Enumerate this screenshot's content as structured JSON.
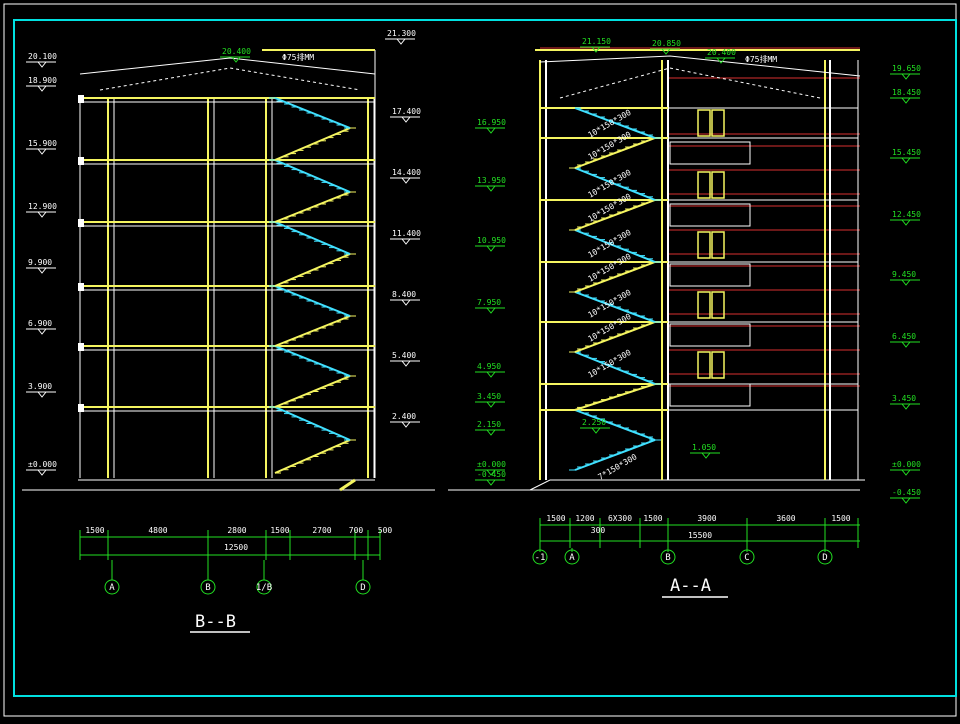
{
  "colors": {
    "frame": "#00e0e0",
    "wall": "#f5f560",
    "line": "#ffffff",
    "green": "#22e022",
    "red": "#d83030",
    "cyan": "#40e0ff",
    "background": "#000000"
  },
  "left_section": {
    "title": "B--B",
    "pipe_label": "Φ75排MM",
    "roof_level": "20.400",
    "top_level": "21.300",
    "levels_left": [
      "20.100",
      "18.900",
      "15.900",
      "12.900",
      "9.900",
      "6.900",
      "3.900",
      "±0.000"
    ],
    "levels_right": [
      "17.400",
      "14.400",
      "11.400",
      "8.400",
      "5.400",
      "2.400"
    ],
    "dims_top": [
      "1500",
      "4800",
      "2800",
      "1500",
      "2700",
      "700",
      "500"
    ],
    "dim_total": "12500",
    "axes": [
      "A",
      "B",
      "1/B",
      "D"
    ]
  },
  "right_section": {
    "title": "A--A",
    "pipe_label": "Φ75排MM",
    "top_levels": [
      "21.150",
      "20.850",
      "20.400"
    ],
    "levels_left": [
      "16.950",
      "13.950",
      "10.950",
      "7.950",
      "4.950",
      "3.450",
      "2.150",
      "±0.000",
      "-0.450"
    ],
    "levels_right": [
      "19.650",
      "18.450",
      "15.450",
      "12.450",
      "9.450",
      "6.450",
      "3.450",
      "±0.000",
      "-0.450"
    ],
    "inner_levels": [
      "2.250",
      "1.050"
    ],
    "stair_label": "10*150*300",
    "stair_label_low": "7*150*300",
    "dims_top": [
      "1500",
      "1200",
      "6X300",
      "1500",
      "3900",
      "3600",
      "1500"
    ],
    "dim_sub": "300",
    "dim_total": "15500",
    "axes": [
      "-1",
      "A",
      "B",
      "C",
      "D"
    ]
  }
}
